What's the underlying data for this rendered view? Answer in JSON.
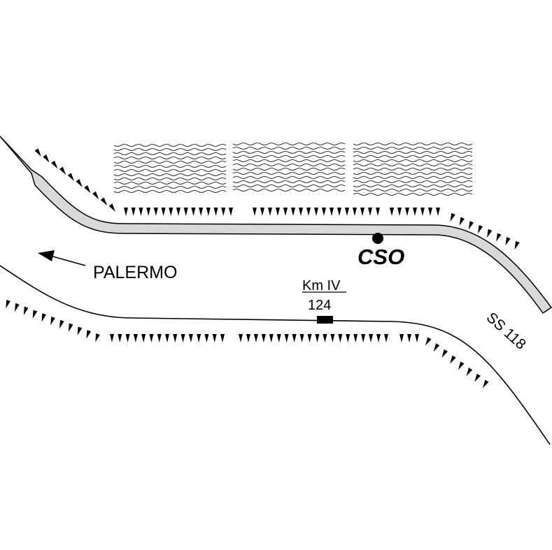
{
  "map": {
    "direction_label": "PALERMO",
    "direction_arrow_icon": "arrow-left-icon",
    "station_label": "CSO",
    "station_marker_icon": "filled-circle-icon",
    "km_marker_title": "Km IV",
    "km_marker_value": "124",
    "km_marker_icon": "milestone-rectangle-icon",
    "road_label": "SS 118",
    "features": [
      "road",
      "road-shoulder",
      "escarpment-hachures",
      "vineyard-rows"
    ],
    "colors": {
      "ink": "#000000",
      "shoulder_fill": "#d9d9d9",
      "background": "#ffffff"
    }
  }
}
